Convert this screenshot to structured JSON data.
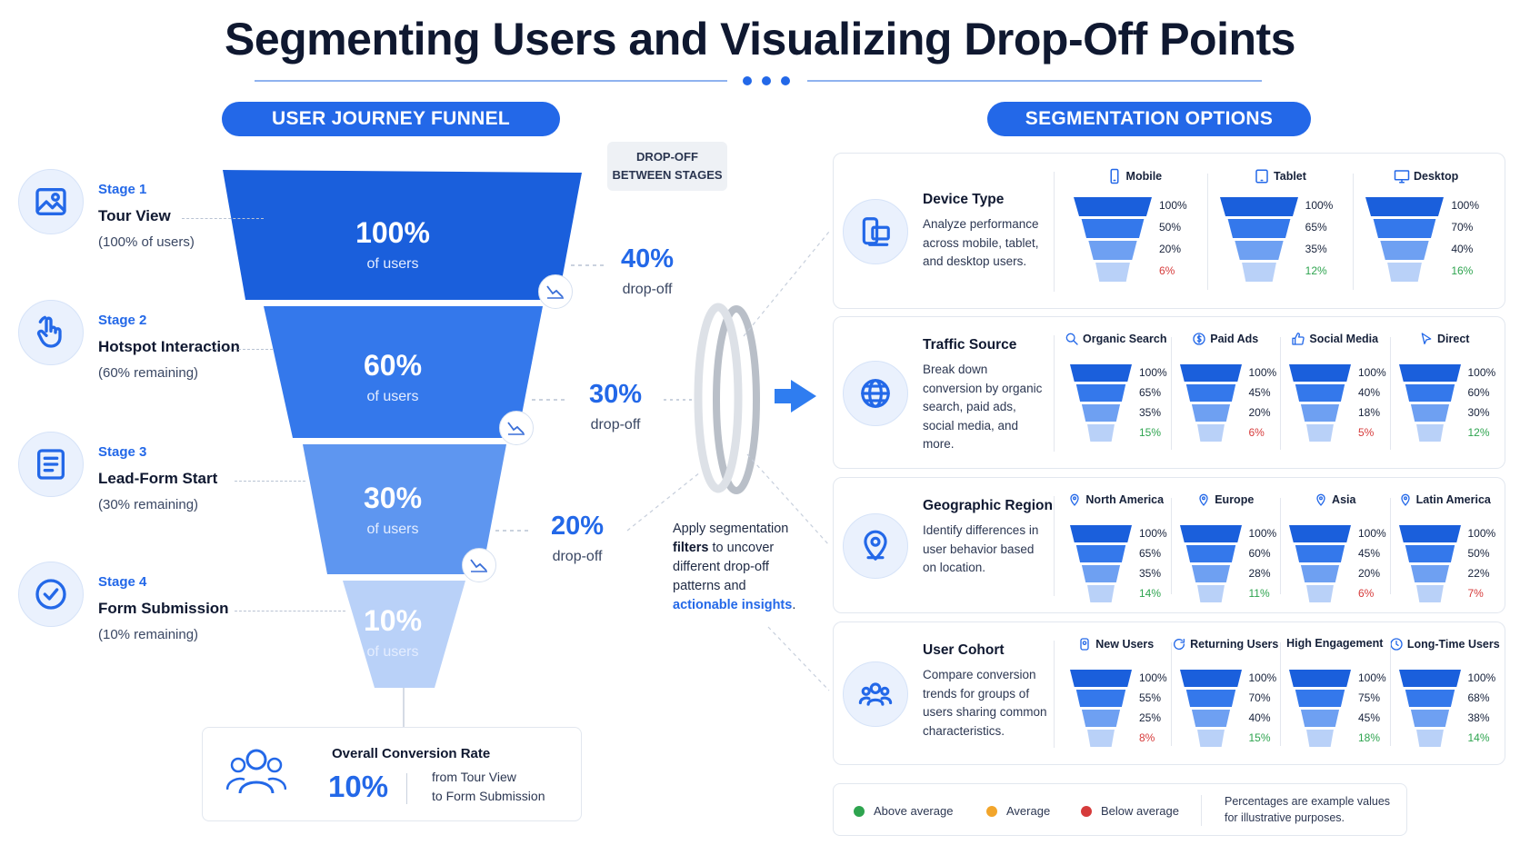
{
  "title": "Segmenting Users and Visualizing Drop-Off Points",
  "left_header": "USER JOURNEY FUNNEL",
  "right_header": "SEGMENTATION OPTIONS",
  "drop_box": {
    "line1": "DROP-OFF",
    "line2": "BETWEEN STAGES"
  },
  "stages": [
    {
      "num": "Stage 1",
      "name": "Tour View",
      "sub": "(100% of users)",
      "icon": "image-icon",
      "pct": "100%",
      "pct_sub": "of users"
    },
    {
      "num": "Stage 2",
      "name": "Hotspot Interaction",
      "sub": "(60% remaining)",
      "icon": "hand-pointer-icon",
      "pct": "60%",
      "pct_sub": "of users"
    },
    {
      "num": "Stage 3",
      "name": "Lead-Form Start",
      "sub": "(30% remaining)",
      "icon": "form-icon",
      "pct": "30%",
      "pct_sub": "of users"
    },
    {
      "num": "Stage 4",
      "name": "Form Submission",
      "sub": "(10% remaining)",
      "icon": "check-circle-icon",
      "pct": "10%",
      "pct_sub": "of users"
    }
  ],
  "funnel_colors": [
    "#1a5fdc",
    "#3478eb",
    "#5e96f0",
    "#b9d1f8"
  ],
  "dropoffs": [
    {
      "pct": "40%",
      "label": "drop-off"
    },
    {
      "pct": "30%",
      "label": "drop-off"
    },
    {
      "pct": "20%",
      "label": "drop-off"
    }
  ],
  "conversion": {
    "title": "Overall Conversion Rate",
    "value": "10%",
    "line1": "from Tour View",
    "line2": "to Form Submission",
    "icon": "users-icon"
  },
  "apply": {
    "t1": "Apply segmentation ",
    "b1": "filters",
    "t2": " to uncover different drop-off patterns and ",
    "b2": "actionable insights",
    "t3": "."
  },
  "cards": [
    {
      "title": "Device Type",
      "desc": "Analyze performance across mobile, tablet, and desktop users.",
      "icon": "devices-icon",
      "segments": [
        {
          "name": "Mobile",
          "icon": "mobile-icon",
          "values": [
            "100%",
            "50%",
            "20%",
            "6%"
          ],
          "status": "below"
        },
        {
          "name": "Tablet",
          "icon": "tablet-icon",
          "values": [
            "100%",
            "65%",
            "35%",
            "12%"
          ],
          "status": "above"
        },
        {
          "name": "Desktop",
          "icon": "desktop-icon",
          "values": [
            "100%",
            "70%",
            "40%",
            "16%"
          ],
          "status": "above"
        }
      ]
    },
    {
      "title": "Traffic Source",
      "desc": "Break down conversion by organic search, paid ads, social media, and more.",
      "icon": "globe-icon",
      "segments": [
        {
          "name": "Organic Search",
          "icon": "search-icon",
          "values": [
            "100%",
            "65%",
            "35%",
            "15%"
          ],
          "status": "above"
        },
        {
          "name": "Paid Ads",
          "icon": "dollar-icon",
          "values": [
            "100%",
            "45%",
            "20%",
            "6%"
          ],
          "status": "below"
        },
        {
          "name": "Social Media",
          "icon": "thumbs-up-icon",
          "values": [
            "100%",
            "40%",
            "18%",
            "5%"
          ],
          "status": "below"
        },
        {
          "name": "Direct",
          "icon": "cursor-icon",
          "values": [
            "100%",
            "60%",
            "30%",
            "12%"
          ],
          "status": "above"
        }
      ]
    },
    {
      "title": "Geographic Region",
      "desc": "Identify differences in user behavior based on location.",
      "icon": "location-pin-icon",
      "segments": [
        {
          "name": "North America",
          "icon": "map-pin-icon",
          "values": [
            "100%",
            "65%",
            "35%",
            "14%"
          ],
          "status": "above"
        },
        {
          "name": "Europe",
          "icon": "map-pin-icon",
          "values": [
            "100%",
            "60%",
            "28%",
            "11%"
          ],
          "status": "above"
        },
        {
          "name": "Asia",
          "icon": "map-pin-icon",
          "values": [
            "100%",
            "45%",
            "20%",
            "6%"
          ],
          "status": "below"
        },
        {
          "name": "Latin America",
          "icon": "map-pin-icon",
          "values": [
            "100%",
            "50%",
            "22%",
            "7%"
          ],
          "status": "below"
        }
      ]
    },
    {
      "title": "User Cohort",
      "desc": "Compare conversion trends for groups of users sharing common characteristics.",
      "icon": "group-icon",
      "segments": [
        {
          "name": "New Users",
          "icon": "user-icon",
          "values": [
            "100%",
            "55%",
            "25%",
            "8%"
          ],
          "status": "below"
        },
        {
          "name": "Returning Users",
          "icon": "refresh-icon",
          "values": [
            "100%",
            "70%",
            "40%",
            "15%"
          ],
          "status": "above"
        },
        {
          "name": "High Engagement",
          "icon": "",
          "values": [
            "100%",
            "75%",
            "45%",
            "18%"
          ],
          "status": "above"
        },
        {
          "name": "Long-Time Users",
          "icon": "clock-icon",
          "values": [
            "100%",
            "68%",
            "38%",
            "14%"
          ],
          "status": "above"
        }
      ]
    }
  ],
  "legend": {
    "items": [
      {
        "label": "Above average",
        "color": "#2ea44f"
      },
      {
        "label": "Average",
        "color": "#f2a52b"
      },
      {
        "label": "Below average",
        "color": "#d63b3b"
      }
    ],
    "note": "Percentages are example values for illustrative purposes."
  },
  "accent": "#2368e8"
}
